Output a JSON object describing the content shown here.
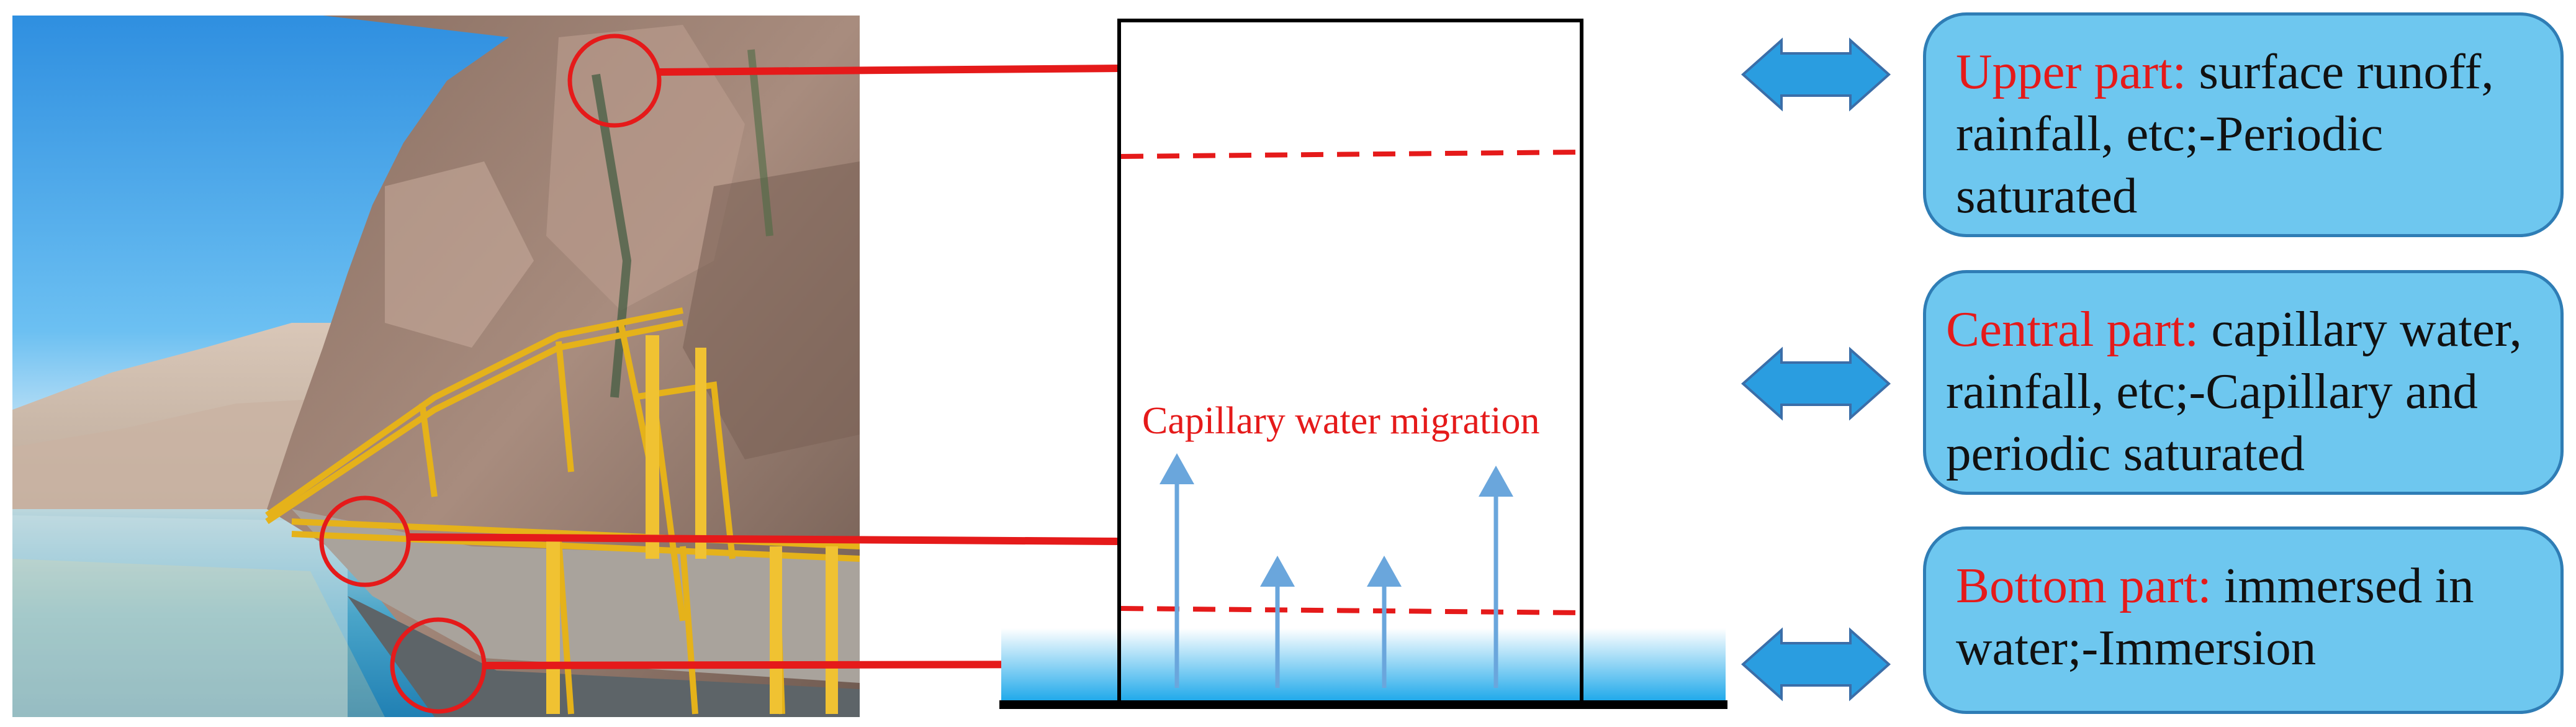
{
  "colors": {
    "connector_red": "#e51a1a",
    "arrow_blue": "#2a9de0",
    "box_fill": "#6ec7ef",
    "box_border": "#2f7db5",
    "migration_arrow": "#6aa6dc",
    "water_top": "#ffffff",
    "water_bottom": "#1aa7ea"
  },
  "photo": {
    "description_icon": "cliff-lake-photo"
  },
  "column": {
    "migration_label": "Capillary water migration",
    "arrow_count": 4
  },
  "zones": [
    {
      "label": "Upper part:",
      "text": " surface runoff, rainfall, etc;-Periodic saturated"
    },
    {
      "label": "Central part:",
      "text": " capillary water, rainfall, etc;-Capillary and periodic saturated"
    },
    {
      "label": "Bottom part:",
      "text": " immersed in water;-Immersion"
    }
  ]
}
